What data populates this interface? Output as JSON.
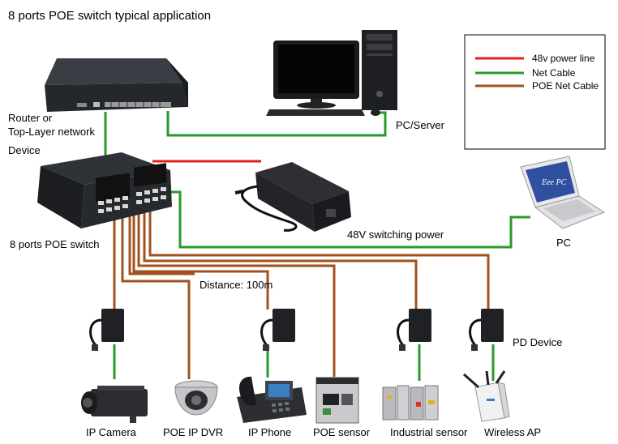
{
  "title": "8 ports POE switch typical application",
  "colors": {
    "power_line": "#e02020",
    "net_cable": "#2a9a2a",
    "poe_cable": "#a0521e"
  },
  "legend": {
    "items": [
      {
        "label": "48v power line"
      },
      {
        "label": "Net Cable"
      },
      {
        "label": "POE Net Cable"
      }
    ]
  },
  "devices": {
    "router": {
      "label_line1": "Router or",
      "label_line2": "Top-Layer network",
      "label_line3": "Device"
    },
    "pc_server": {
      "label": "PC/Server"
    },
    "poe_switch": {
      "label": "8 ports POE switch"
    },
    "power_supply": {
      "label": "48V switching power"
    },
    "laptop": {
      "label": "PC"
    },
    "distance": {
      "label": "Distance: 100m"
    },
    "pd_device": {
      "label": "PD Device"
    },
    "endpoints": [
      {
        "label": "IP Camera"
      },
      {
        "label": "POE IP DVR"
      },
      {
        "label": "IP Phone"
      },
      {
        "label": "POE sensor"
      },
      {
        "label": "Industrial sensor"
      },
      {
        "label": "Wireless AP"
      }
    ]
  }
}
